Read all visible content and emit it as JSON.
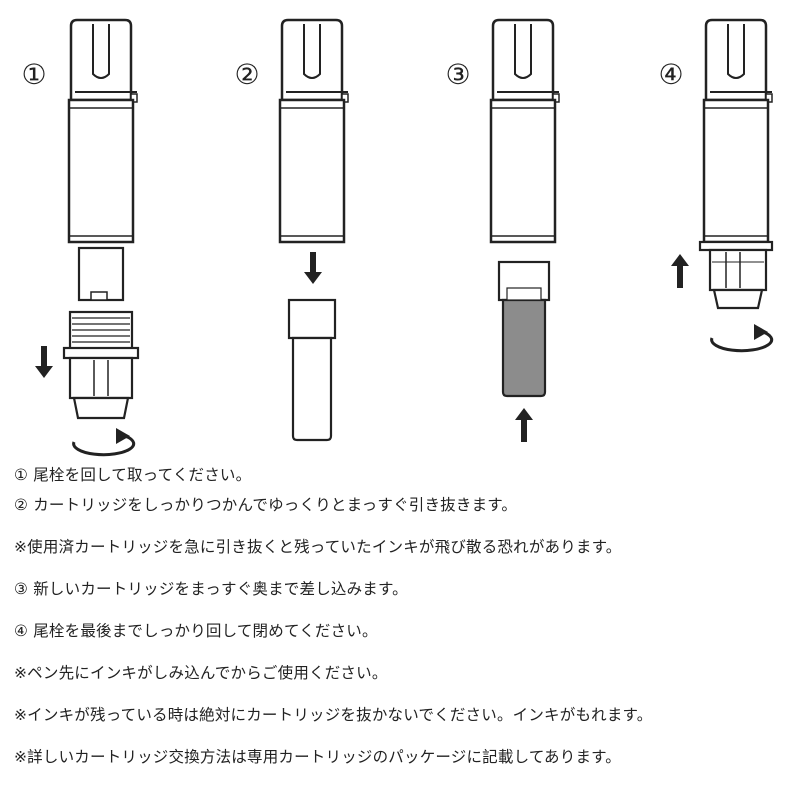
{
  "steps": [
    {
      "marker": "①"
    },
    {
      "marker": "②"
    },
    {
      "marker": "③"
    },
    {
      "marker": "④"
    }
  ],
  "instructions": [
    "① 尾栓を回して取ってください。",
    "② カートリッジをしっかりつかんでゆっくりとまっすぐ引き抜きます。",
    "※使用済カートリッジを急に引き抜くと残っていたインキが飛び散る恐れがあります。",
    "③ 新しいカートリッジをまっすぐ奥まで差し込みます。",
    "④ 尾栓を最後までしっかり回して閉めてください。",
    "※ペン先にインキがしみ込んでからご使用ください。",
    "※インキが残っている時は絶対にカートリッジを抜かないでください。インキがもれます。",
    "※詳しいカートリッジ交換方法は専用カートリッジのパッケージに記載してあります。"
  ],
  "colors": {
    "stroke": "#222222",
    "ink": "#8c8c8c",
    "white": "#ffffff"
  }
}
